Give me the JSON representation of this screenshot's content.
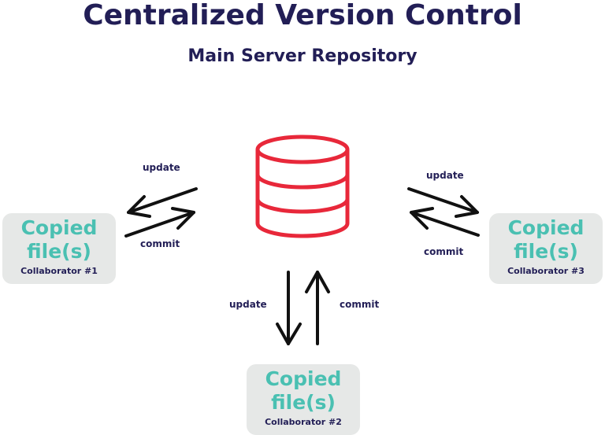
{
  "title": "Centralized Version Control",
  "subtitle": "Main Server Repository",
  "collaborators": [
    {
      "title_line1": "Copied",
      "title_line2": "file(s)",
      "label": "Collaborator #1"
    },
    {
      "title_line1": "Copied",
      "title_line2": "file(s)",
      "label": "Collaborator #2"
    },
    {
      "title_line1": "Copied",
      "title_line2": "file(s)",
      "label": "Collaborator #3"
    }
  ],
  "arrows": {
    "left": {
      "update": "update",
      "commit": "commit"
    },
    "bottom": {
      "update": "update",
      "commit": "commit"
    },
    "right": {
      "update": "update",
      "commit": "commit"
    }
  },
  "colors": {
    "title": "#221e56",
    "card_text": "#4ac0b2",
    "card_bg": "#e6e8e7",
    "database": "#e8283a",
    "arrow": "#111111"
  },
  "icons": {
    "server": "database-icon"
  }
}
